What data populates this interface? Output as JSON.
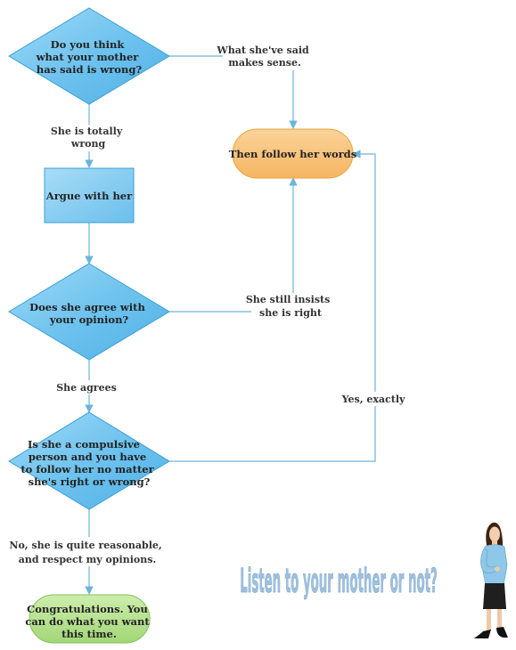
{
  "diagram": {
    "title": "Listen to your mother or not?",
    "nodes": {
      "q1": [
        "Do you think",
        "what your mother",
        "has said is wrong?"
      ],
      "follow": [
        "Then follow her words"
      ],
      "argue": [
        "Argue with her"
      ],
      "q2": [
        "Does she agree with",
        "your opinion?"
      ],
      "q3": [
        "Is she a compulsive",
        "person and you have",
        "to follow her no matter",
        "she's right or wrong?"
      ],
      "congrats": [
        "Congratulations. You",
        "can do what you want",
        "this time."
      ]
    },
    "edges": {
      "makes_sense": [
        "What she've said",
        "makes sense."
      ],
      "totally_wrong": [
        "She is totally",
        "wrong"
      ],
      "still_insists": [
        "She still insists",
        "she is right"
      ],
      "agrees": [
        "She agrees"
      ],
      "yes_exactly": [
        "Yes, exactly"
      ],
      "reasonable": [
        "No, she is quite reasonable,",
        "and respect my opinions."
      ]
    },
    "colors": {
      "diamond_fill": "#6fc3ee",
      "diamond_stroke": "#3a9fd8",
      "rect_fill": "#8ccff2",
      "follow_fill": "#f9c27c",
      "follow_stroke": "#e8a33c",
      "congrats_fill": "#b5e08c",
      "congrats_stroke": "#86c25a",
      "connector": "#6cb4da",
      "title_color": "#9fc0dc"
    }
  }
}
